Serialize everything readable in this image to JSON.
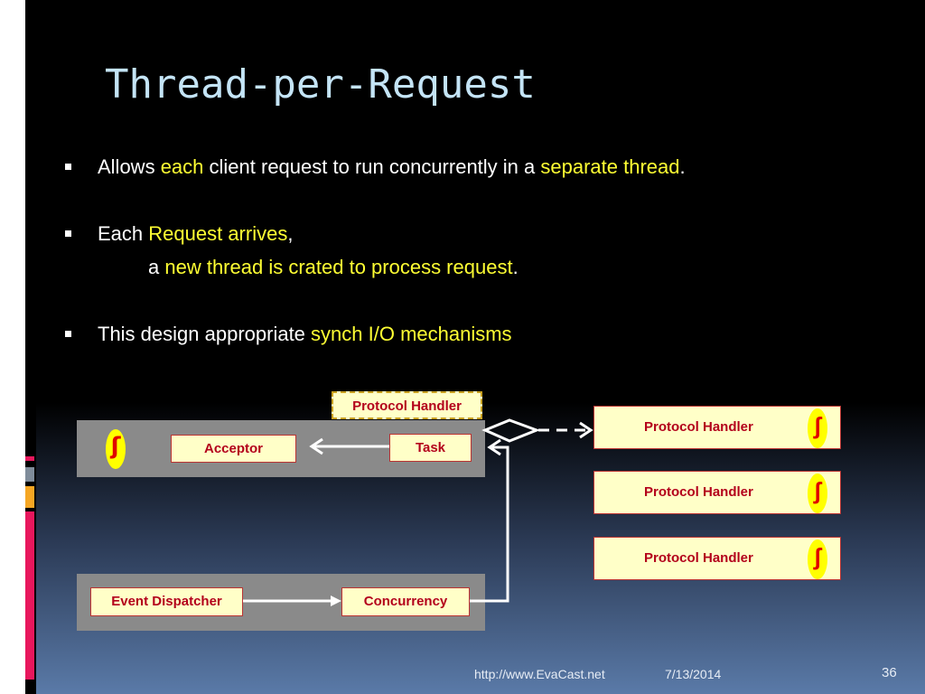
{
  "slide": {
    "title": "Thread-per-Request",
    "bullets": [
      {
        "segments": [
          {
            "text": "Allows ",
            "highlight": false
          },
          {
            "text": "each",
            "highlight": true
          },
          {
            "text": " client request to run concurrently in a ",
            "highlight": false
          },
          {
            "text": "separate thread",
            "highlight": true
          },
          {
            "text": ".",
            "highlight": false
          }
        ]
      },
      {
        "segments": [
          {
            "text": "Each ",
            "highlight": false
          },
          {
            "text": "Request arrives",
            "highlight": true
          },
          {
            "text": ",",
            "highlight": false
          }
        ],
        "continuation": [
          {
            "text": "a ",
            "highlight": false
          },
          {
            "text": "new thread is crated to process request",
            "highlight": true
          },
          {
            "text": ".",
            "highlight": false
          }
        ]
      },
      {
        "segments": [
          {
            "text": "This design appropriate ",
            "highlight": false
          },
          {
            "text": "synch I/O mechanisms",
            "highlight": true
          }
        ]
      }
    ],
    "diagram": {
      "protocol_handler_top": "Protocol Handler",
      "acceptor": "Acceptor",
      "task": "Task",
      "event_dispatcher": "Event Dispatcher",
      "concurrency": "Concurrency",
      "handlers": [
        "Protocol Handler",
        "Protocol Handler",
        "Protocol Handler"
      ],
      "thread_glyph": "ʃ"
    },
    "footer": {
      "url": "http://www.EvaCast.net",
      "date": "7/13/2014",
      "page": "36"
    }
  },
  "colors": {
    "title": "#c4e4f6",
    "highlight": "#ffff33",
    "box_fill": "#ffffc8",
    "box_text": "#b3001b",
    "deco_red": "#e8175d",
    "deco_orange": "#f5a623",
    "deco_gray": "#7f8c9a"
  }
}
